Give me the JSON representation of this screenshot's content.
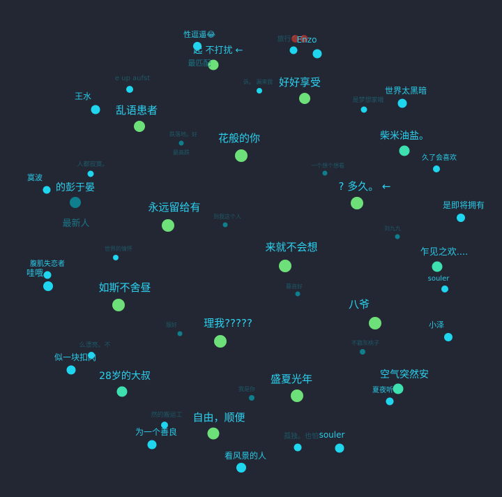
{
  "colors": {
    "background": "#232733",
    "node_cyan": "#1fd6ee",
    "node_green": "#6ee07a",
    "node_teal": "#3fe0b0",
    "node_dim": "#0f7f8e",
    "label_cyan": "#2bd2f0",
    "label_dim": "#1a7f92"
  },
  "nodes": [
    {
      "label": "性逗逼😂",
      "level": "mid"
    },
    {
      "label": "旅行🔴🔴",
      "level": "faint"
    },
    {
      "label": "Enzo",
      "level": "mid"
    },
    {
      "label": "起 不打扰 ←",
      "level": "mid"
    },
    {
      "label": "最匹配",
      "level": "dim"
    },
    {
      "label": "e up aufst",
      "level": "faint"
    },
    {
      "label": "好好享受",
      "level": "high"
    },
    {
      "label": "诉。 漏来我",
      "level": "faint"
    },
    {
      "label": "世界太黑暗",
      "level": "mid"
    },
    {
      "label": "王水",
      "level": "mid"
    },
    {
      "label": "乱语患者",
      "level": "high"
    },
    {
      "label": "是梦想家哦",
      "level": "faint"
    },
    {
      "label": "柴米油盐。",
      "level": "high"
    },
    {
      "label": "花般的你",
      "level": "high"
    },
    {
      "label": "跌落地。好",
      "level": "faint"
    },
    {
      "label": "最高跌",
      "level": "faint"
    },
    {
      "label": "久了会喜欢",
      "level": "mid"
    },
    {
      "label": "人都寂寞。",
      "level": "faint"
    },
    {
      "label": "寞波",
      "level": "mid"
    },
    {
      "label": "的彭于晏",
      "level": "high"
    },
    {
      "label": "一个想个想看",
      "level": "faint"
    },
    {
      "label": "? 多久。 ←",
      "level": "high"
    },
    {
      "label": "最新人",
      "level": "dim"
    },
    {
      "label": "是即将拥有",
      "level": "mid"
    },
    {
      "label": "永远留给有",
      "level": "high"
    },
    {
      "label": "到我这个人",
      "level": "faint"
    },
    {
      "label": "刘九九",
      "level": "faint"
    },
    {
      "label": "来就不会想",
      "level": "high"
    },
    {
      "label": "乍见之欢....",
      "level": "mid"
    },
    {
      "label": "世界的情怀",
      "level": "faint"
    },
    {
      "label": "腹肌失恋者",
      "level": "mid"
    },
    {
      "label": "souler",
      "level": "mid"
    },
    {
      "label": "哇哦",
      "level": "mid"
    },
    {
      "label": "如斯不舍昼",
      "level": "high"
    },
    {
      "label": "暮音好",
      "level": "faint"
    },
    {
      "label": "八爷",
      "level": "high"
    },
    {
      "label": "理我?????",
      "level": "high"
    },
    {
      "label": "服好",
      "level": "faint"
    },
    {
      "label": "小泽",
      "level": "mid"
    },
    {
      "label": "么漂亮。不",
      "level": "faint"
    },
    {
      "label": "不戳灰桃子",
      "level": "faint"
    },
    {
      "label": "似一块扣肉",
      "level": "mid"
    },
    {
      "label": "28岁的大叔",
      "level": "high"
    },
    {
      "label": "空气突然安",
      "level": "high"
    },
    {
      "label": "盛夏光年",
      "level": "high"
    },
    {
      "label": "夏夜听",
      "level": "mid"
    },
    {
      "label": "我是你",
      "level": "faint"
    },
    {
      "label": "然的搬运工",
      "level": "faint"
    },
    {
      "label": "自由，顺便",
      "level": "high"
    },
    {
      "label": "为一个善良",
      "level": "mid"
    },
    {
      "label": "孤独。也怕",
      "level": "faint"
    },
    {
      "label": "souler",
      "level": "mid"
    },
    {
      "label": "看风景的人",
      "level": "mid"
    }
  ]
}
